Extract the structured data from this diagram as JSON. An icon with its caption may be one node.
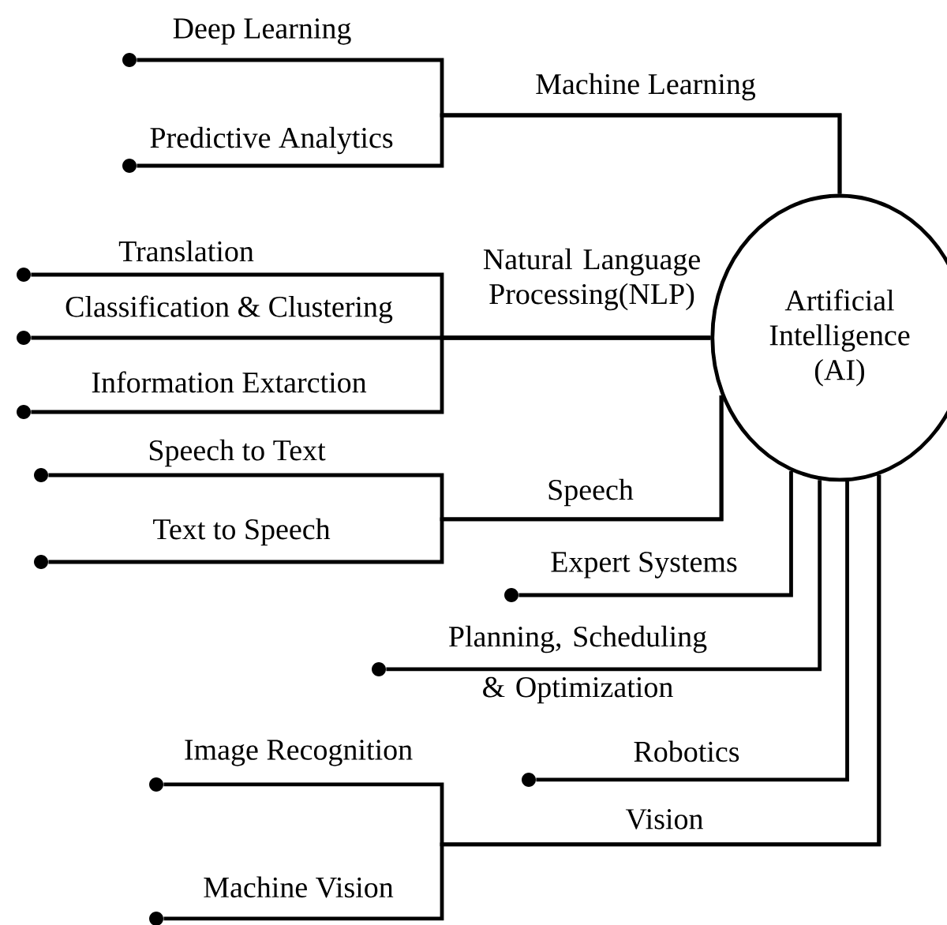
{
  "diagram": {
    "nodes": [
      {
        "text": [
          "Artificial Intelligence (AI)"
        ]
      },
      {
        "text": [
          "Deep Learning"
        ]
      },
      {
        "text": [
          "Predictive Analytics"
        ]
      },
      {
        "text": [
          "Translation"
        ]
      },
      {
        "text": [
          "Classification & Clustering"
        ]
      },
      {
        "text": [
          "Information Extarction"
        ]
      },
      {
        "text": [
          "Speech to Text"
        ]
      },
      {
        "text": [
          "Text to Speech"
        ]
      },
      {
        "text": [
          "Expert Systems"
        ]
      },
      {
        "text": [
          "Planning, Scheduling & Optimization"
        ]
      },
      {
        "text": [
          "Robotics"
        ]
      },
      {
        "text": [
          "Image Recognition"
        ]
      },
      {
        "text": [
          "Machine Vision"
        ]
      }
    ],
    "edges": [
      {
        "from": 0,
        "to": 1,
        "arrow": "none",
        "label": "Machine Learning"
      },
      {
        "from": 0,
        "to": 2,
        "arrow": "none"
      },
      {
        "from": 0,
        "to": 3,
        "arrow": "none"
      },
      {
        "from": 0,
        "to": 4,
        "arrow": "none",
        "label": "Natural Language Processing(NLP)"
      },
      {
        "from": 0,
        "to": 5,
        "arrow": "none"
      },
      {
        "from": 0,
        "to": 6,
        "arrow": "none",
        "label": "Speech"
      },
      {
        "from": 0,
        "to": 7,
        "arrow": "none"
      },
      {
        "from": 0,
        "to": 8,
        "arrow": "none"
      },
      {
        "from": 0,
        "to": 9,
        "arrow": "none"
      },
      {
        "from": 0,
        "to": 10,
        "arrow": "none"
      },
      {
        "from": 0,
        "to": 11,
        "arrow": "none",
        "label": "Vision"
      },
      {
        "from": 0,
        "to": 12,
        "arrow": "none"
      }
    ]
  }
}
